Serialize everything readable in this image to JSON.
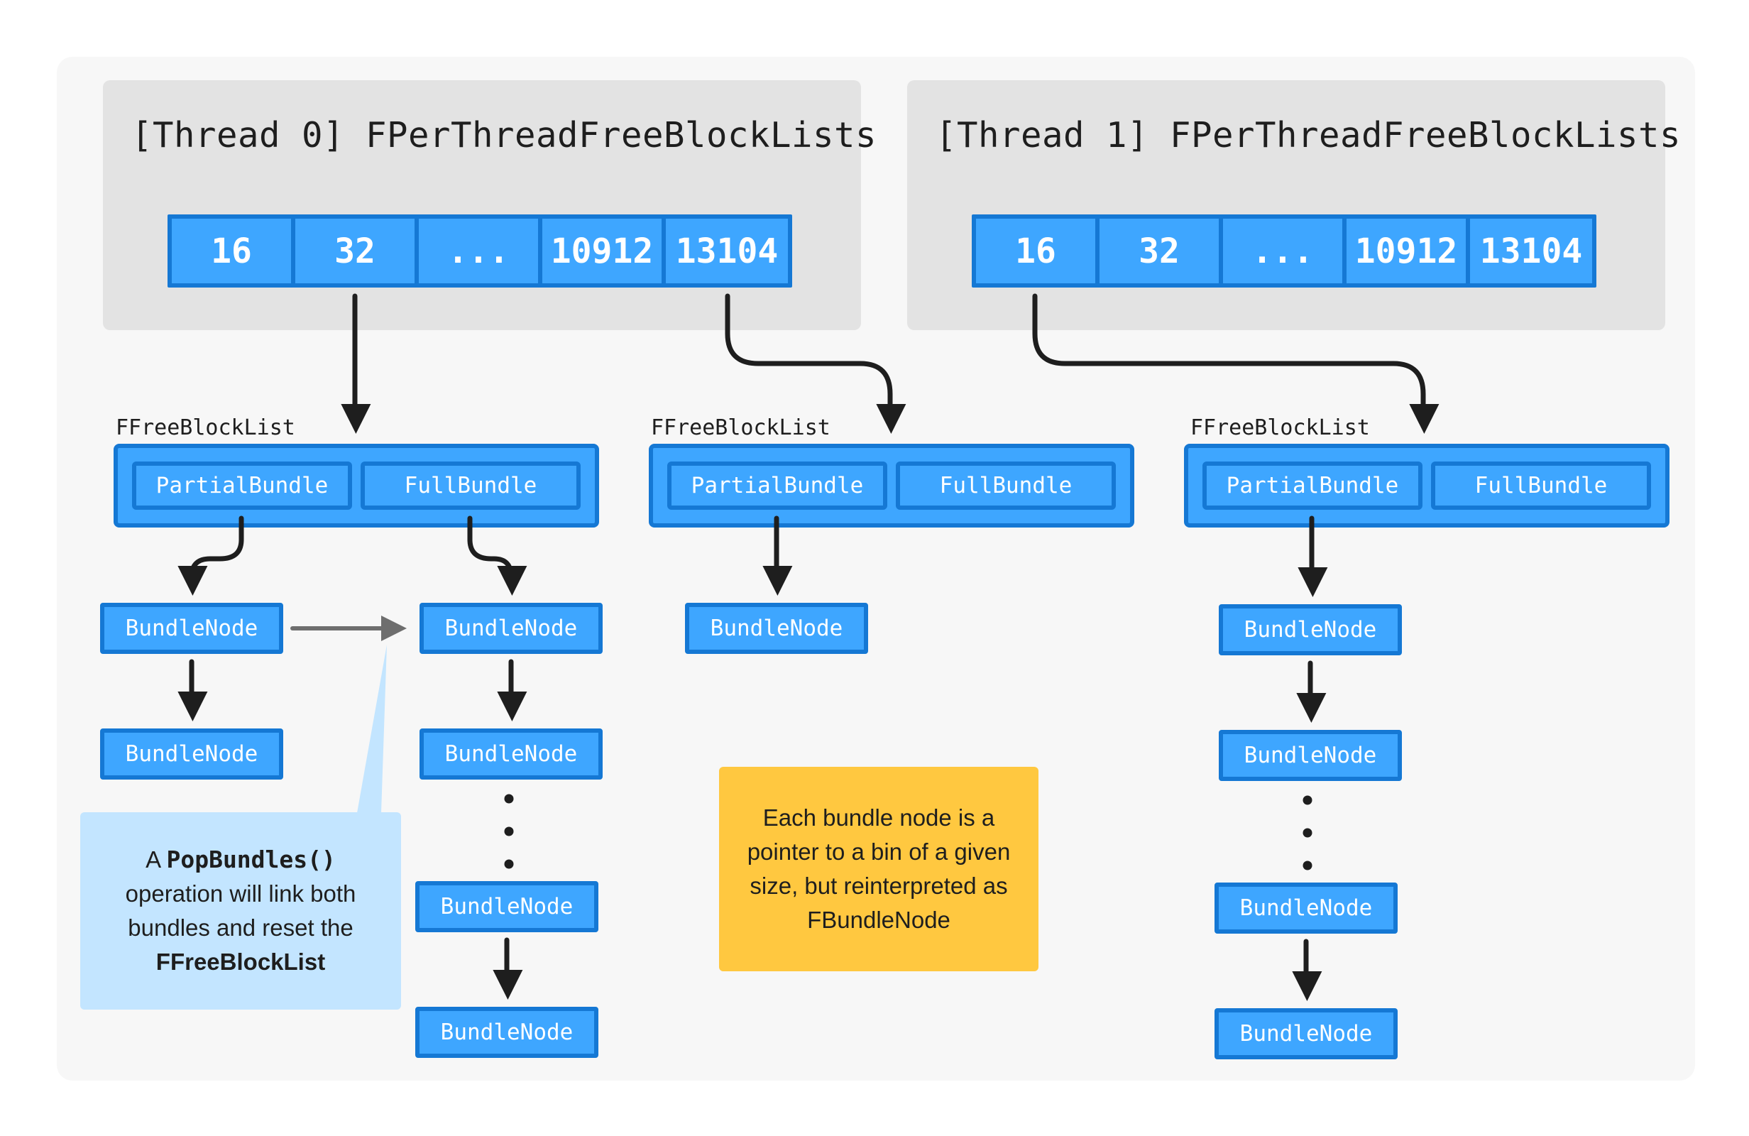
{
  "threads": [
    {
      "title": "[Thread 0] FPerThreadFreeBlockLists",
      "bins": [
        "16",
        "32",
        "...",
        "10912",
        "13104"
      ]
    },
    {
      "title": "[Thread 1] FPerThreadFreeBlockLists",
      "bins": [
        "16",
        "32",
        "...",
        "10912",
        "13104"
      ]
    }
  ],
  "free_block_lists": [
    {
      "label": "FFreeBlockList",
      "partial": "PartialBundle",
      "full": "FullBundle"
    },
    {
      "label": "FFreeBlockList",
      "partial": "PartialBundle",
      "full": "FullBundle"
    },
    {
      "label": "FFreeBlockList",
      "partial": "PartialBundle",
      "full": "FullBundle"
    }
  ],
  "node_label": "BundleNode",
  "notes": {
    "popbundles": {
      "prefix": "A ",
      "code": "PopBundles()",
      "line2": "operation will link both",
      "line3": "bundles and reset the",
      "emph": "FFreeBlockList"
    },
    "bundle_node": {
      "line1": "Each bundle node is a",
      "line2": "pointer to a bin of a given",
      "line3": "size, but reinterpreted as",
      "line4": "FBundleNode"
    }
  },
  "colors": {
    "node_fill": "#3ea6ff",
    "node_border": "#1578d4",
    "panel": "#e3e3e3",
    "background": "#f7f7f7",
    "note_blue": "#c3e5ff",
    "note_yellow": "#ffc840",
    "arrow": "#1e1e1e",
    "link_arrow": "#6e6e6e"
  }
}
